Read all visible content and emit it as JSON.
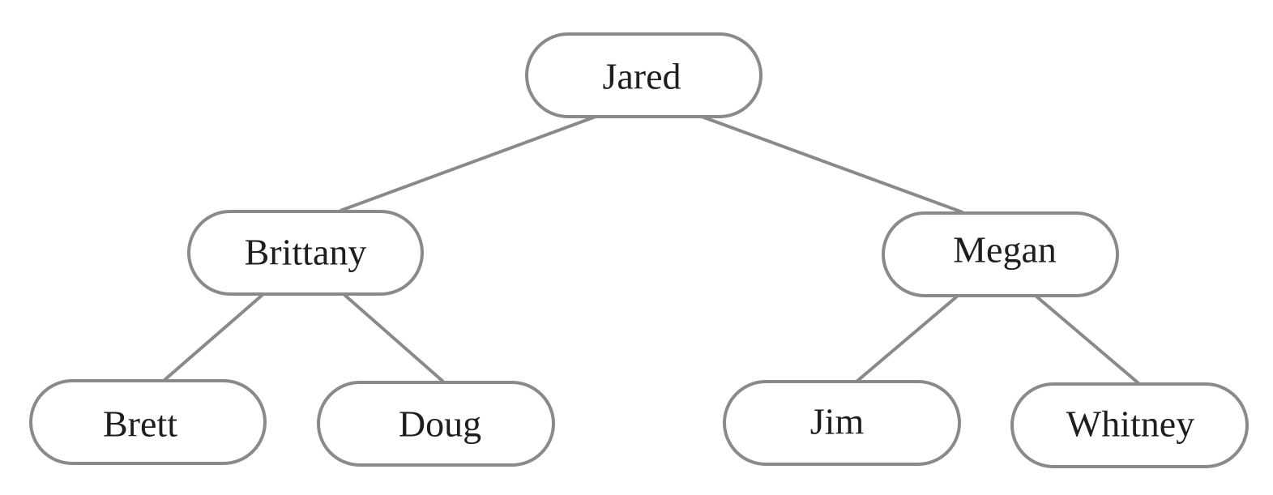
{
  "tree": {
    "nodes": [
      {
        "id": "jared",
        "label": "Jared"
      },
      {
        "id": "brittany",
        "label": "Brittany"
      },
      {
        "id": "megan",
        "label": "Megan"
      },
      {
        "id": "brett",
        "label": "Brett"
      },
      {
        "id": "doug",
        "label": "Doug"
      },
      {
        "id": "jim",
        "label": "Jim"
      },
      {
        "id": "whitney",
        "label": "Whitney"
      }
    ],
    "edges": [
      {
        "from": "jared",
        "to": "brittany"
      },
      {
        "from": "jared",
        "to": "megan"
      },
      {
        "from": "brittany",
        "to": "brett"
      },
      {
        "from": "brittany",
        "to": "doug"
      },
      {
        "from": "megan",
        "to": "jim"
      },
      {
        "from": "megan",
        "to": "whitney"
      }
    ]
  },
  "colors": {
    "stroke": "#8a8a8a",
    "text": "#1e1e1e",
    "background": "#ffffff"
  }
}
